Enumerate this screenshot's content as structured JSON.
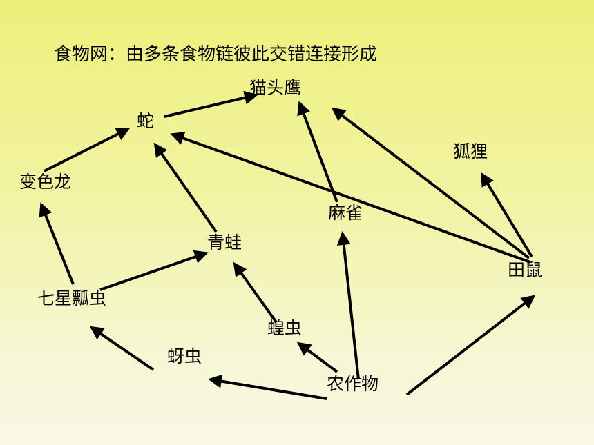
{
  "title": "食物网：由多条食物链彼此交错连接形成",
  "nodes": {
    "owl": "猫头鹰",
    "snake": "蛇",
    "chameleon": "变色龙",
    "fox": "狐狸",
    "sparrow": "麻雀",
    "frog": "青蛙",
    "vole": "田鼠",
    "ladybug": "七星瓢虫",
    "locust": "蝗虫",
    "aphid": "蚜虫",
    "crops": "农作物"
  },
  "colors": {
    "arrow": "#000000",
    "background_top": "#eef07a",
    "background_bottom": "#f8f8e6"
  },
  "edges": [
    {
      "from": "snake",
      "to": "owl"
    },
    {
      "from": "chameleon",
      "to": "snake"
    },
    {
      "from": "frog",
      "to": "snake"
    },
    {
      "from": "sparrow",
      "to": "owl"
    },
    {
      "from": "vole",
      "to": "owl"
    },
    {
      "from": "vole",
      "to": "snake"
    },
    {
      "from": "vole",
      "to": "fox"
    },
    {
      "from": "ladybug",
      "to": "chameleon"
    },
    {
      "from": "ladybug",
      "to": "frog"
    },
    {
      "from": "locust",
      "to": "frog"
    },
    {
      "from": "aphid",
      "to": "ladybug"
    },
    {
      "from": "crops",
      "to": "aphid"
    },
    {
      "from": "crops",
      "to": "locust"
    },
    {
      "from": "crops",
      "to": "sparrow"
    },
    {
      "from": "crops",
      "to": "vole"
    }
  ]
}
